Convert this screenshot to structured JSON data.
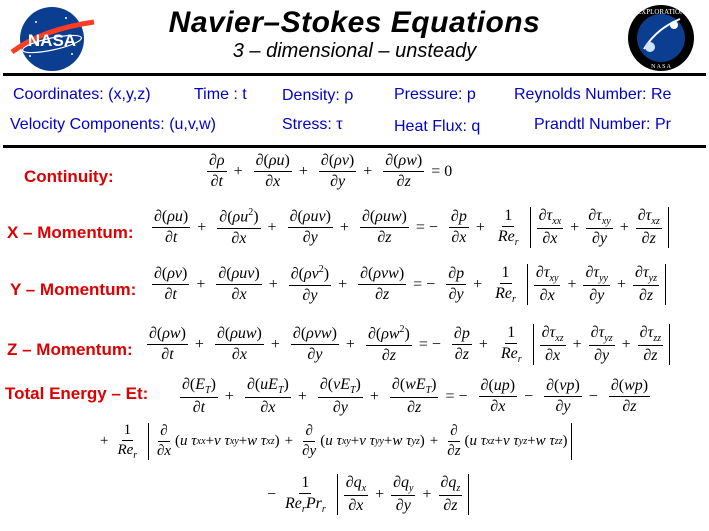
{
  "header": {
    "title": "Navier–Stokes  Equations",
    "subtitle": "3 – dimensional – unsteady",
    "left_logo_text": "NASA",
    "right_logo_text": "EXPLORATION"
  },
  "definitions": {
    "coordinates": "Coordinates: (x,y,z)",
    "time": "Time : t",
    "density": "Density: ρ",
    "pressure": "Pressure:  p",
    "reynolds": "Reynolds  Number:  Re",
    "velocity": "Velocity  Components: (u,v,w)",
    "stress": "Stress:  τ",
    "heatflux": "Heat  Flux:  q",
    "prandtl": "Prandtl  Number:  Pr"
  },
  "labels": {
    "continuity": "Continuity:",
    "xmom": "X – Momentum:",
    "ymom": "Y – Momentum:",
    "zmom": "Z – Momentum:",
    "energy": "Total  Energy – Et:"
  },
  "colors": {
    "blue": "#0000cc",
    "red": "#dd0000"
  }
}
